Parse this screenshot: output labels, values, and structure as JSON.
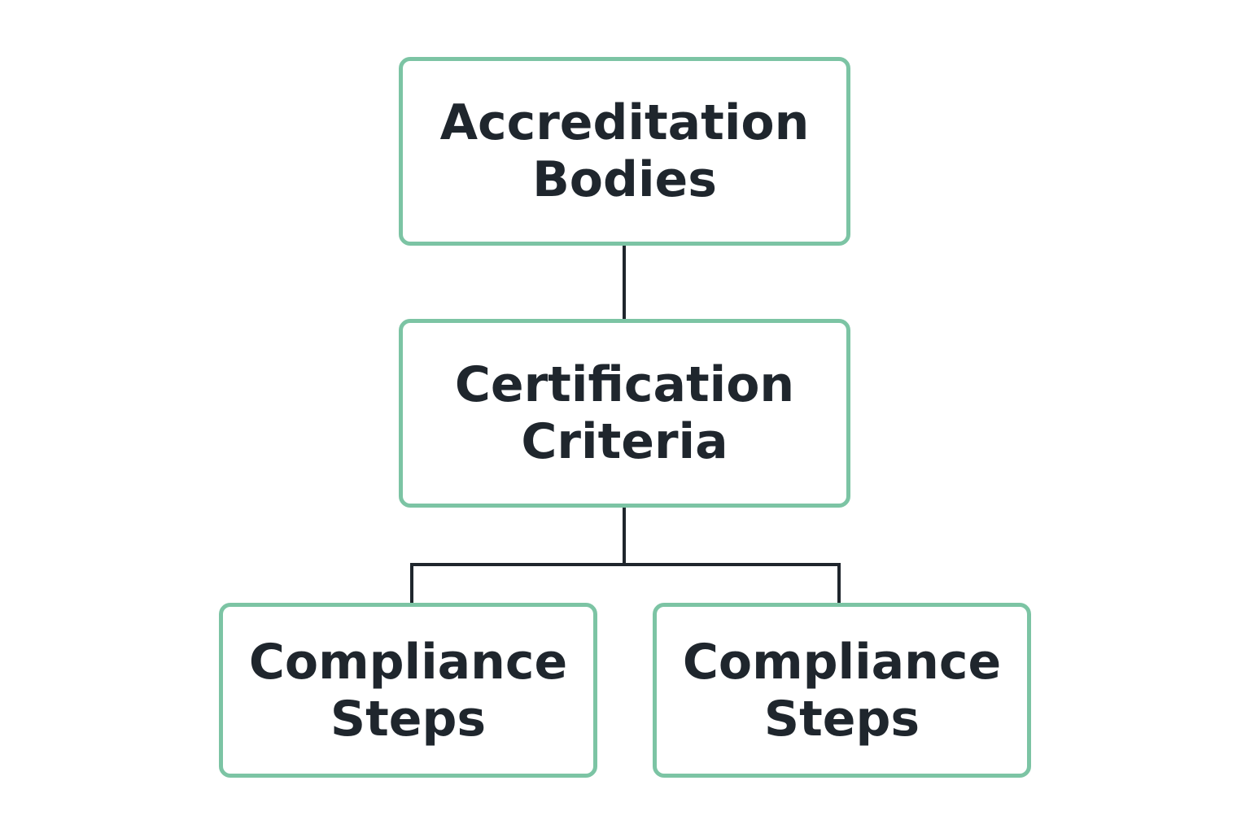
{
  "nodes": {
    "accreditation": {
      "line1": "Accreditation",
      "line2": "Bodies"
    },
    "certification": {
      "line1": "Certification",
      "line2": "Criteria"
    },
    "compliance_left": {
      "line1": "Compliance",
      "line2": "Steps"
    },
    "compliance_right": {
      "line1": "Compliance",
      "line2": "Steps"
    }
  },
  "colors": {
    "node_border": "#7cc4a4",
    "text": "#1f262d",
    "connector": "#1f262d",
    "background": "#ffffff"
  }
}
